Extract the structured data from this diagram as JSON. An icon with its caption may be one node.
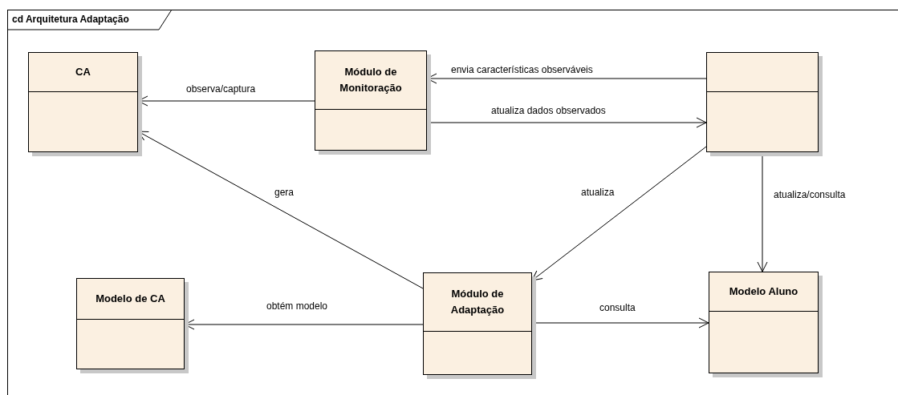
{
  "diagram": {
    "nodes": [
      {
        "text": [
          "cd Arquitetura Adaptação"
        ]
      },
      {
        "text": [
          "CA"
        ],
        "in": 0
      },
      {
        "text": [
          "Módulo de Monitoração"
        ],
        "in": 0
      },
      {
        "text": [],
        "shape": "box",
        "in": 0
      },
      {
        "text": [
          "Modelo de CA"
        ],
        "in": 0
      },
      {
        "text": [
          "Módulo de Adaptação"
        ],
        "in": 0
      },
      {
        "text": [
          "Modelo Aluno"
        ],
        "in": 0
      }
    ],
    "edges": [
      {
        "from": 2,
        "to": 1,
        "arrow": "to",
        "label": "observa/captura"
      },
      {
        "from": 3,
        "to": 2,
        "arrow": "to",
        "label": "envia características observáveis"
      },
      {
        "from": 2,
        "to": 3,
        "arrow": "to",
        "label": "atualiza dados observados"
      },
      {
        "from": 5,
        "to": 1,
        "arrow": "to",
        "label": "gera"
      },
      {
        "from": 3,
        "to": 5,
        "arrow": "to",
        "label": "atualiza"
      },
      {
        "from": 3,
        "to": 6,
        "arrow": "to",
        "label": "atualiza/consulta"
      },
      {
        "from": 5,
        "to": 4,
        "arrow": "to",
        "label": "obtém modelo"
      },
      {
        "from": 5,
        "to": 6,
        "arrow": "to",
        "label": "consulta"
      }
    ]
  }
}
